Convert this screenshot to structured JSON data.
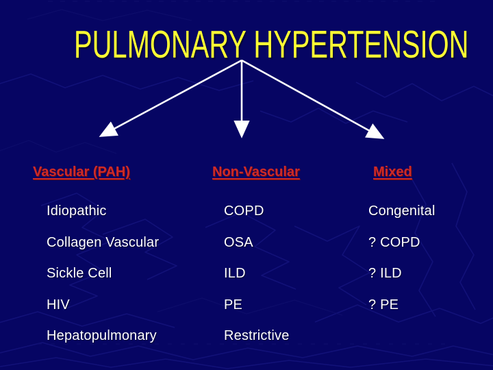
{
  "slide": {
    "title": "PULMONARY HYPERTENSION"
  },
  "columns": [
    {
      "header": "Vascular (PAH)",
      "items": [
        "Idiopathic",
        "Collagen Vascular",
        "Sickle Cell",
        "HIV",
        "Hepatopulmonary"
      ]
    },
    {
      "header": "Non-Vascular",
      "items": [
        "COPD",
        "OSA",
        "ILD",
        "PE",
        "Restrictive"
      ]
    },
    {
      "header": "Mixed",
      "items": [
        "Congenital",
        "? COPD",
        "? ILD",
        "? PE"
      ]
    }
  ],
  "colors": {
    "background": "#060563",
    "texture_line": "#1c1c8a",
    "title_text": "#ffff33",
    "header_text": "#cc2a2a",
    "body_text": "#ffffff",
    "arrow": "#ffffff"
  }
}
